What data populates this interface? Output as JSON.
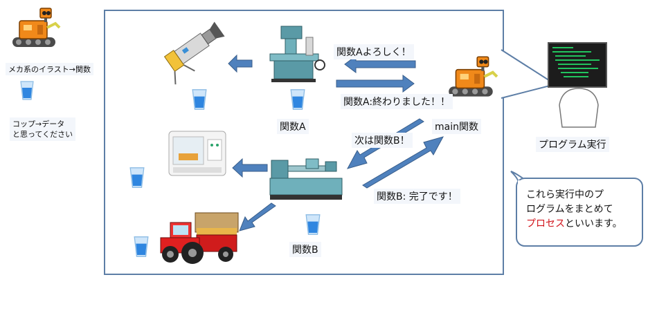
{
  "legend": {
    "robot_note": "メカ系のイラスト→関数",
    "cup_note_line1": "コップ→データ",
    "cup_note_line2": "と思ってください"
  },
  "labels": {
    "main": "main関数",
    "func_a": "関数A",
    "func_b": "関数B",
    "program_run": "プログラム実行"
  },
  "messages": {
    "request_a": "関数Aよろしく！",
    "done_a": "関数A:終わりました！！",
    "next_b": "次は関数B！",
    "done_b": "関数B: 完了です！"
  },
  "callout": {
    "line1": "これら実行中のプ",
    "line2": "ログラムをまとめて",
    "highlight": "プロセス",
    "line3_rest": "といいます。"
  },
  "colors": {
    "frame": "#5d7ea6",
    "arrow": "#4f81bd",
    "robot": "#f0891a",
    "highlight": "#d1131a",
    "terminal_text": "#22c55e"
  }
}
